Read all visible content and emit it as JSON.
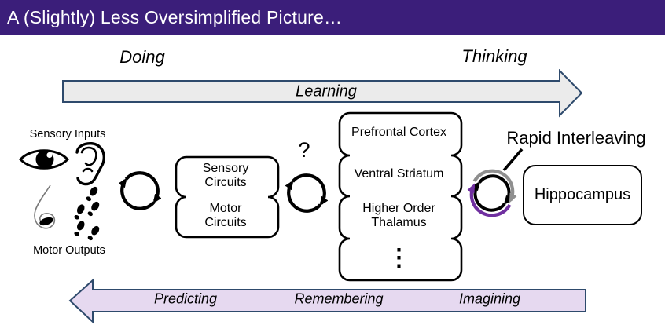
{
  "title": "A (Slightly) Less Oversimplified Picture…",
  "phase_labels": {
    "doing": "Doing",
    "thinking": "Thinking"
  },
  "learning_arrow": {
    "label": "Learning"
  },
  "bottom_arrow": {
    "labels": [
      "Predicting",
      "Remembering",
      "Imagining"
    ]
  },
  "io_group": {
    "sensory_label": "Sensory Inputs",
    "motor_label": "Motor Outputs"
  },
  "question_mark": "?",
  "circuit_box": {
    "cells": [
      "Sensory Circuits",
      "Motor Circuits"
    ]
  },
  "brain_stack": {
    "cells": [
      "Prefrontal Cortex",
      "Ventral Striatum",
      "Higher Order Thalamus",
      "⋮"
    ]
  },
  "hippocampus_box": {
    "label": "Hippocampus"
  },
  "rapid_interleaving_label": "Rapid Interleaving",
  "colors": {
    "banner_purple": "#3B1E7A",
    "arrow_outline": "#2E4A6C",
    "learning_arrow_fill": "#EBEBEB",
    "bottom_arrow_fill": "#E6D9F0",
    "interleave_purple": "#7030A0",
    "interleave_gray": "#8F8F8F"
  }
}
